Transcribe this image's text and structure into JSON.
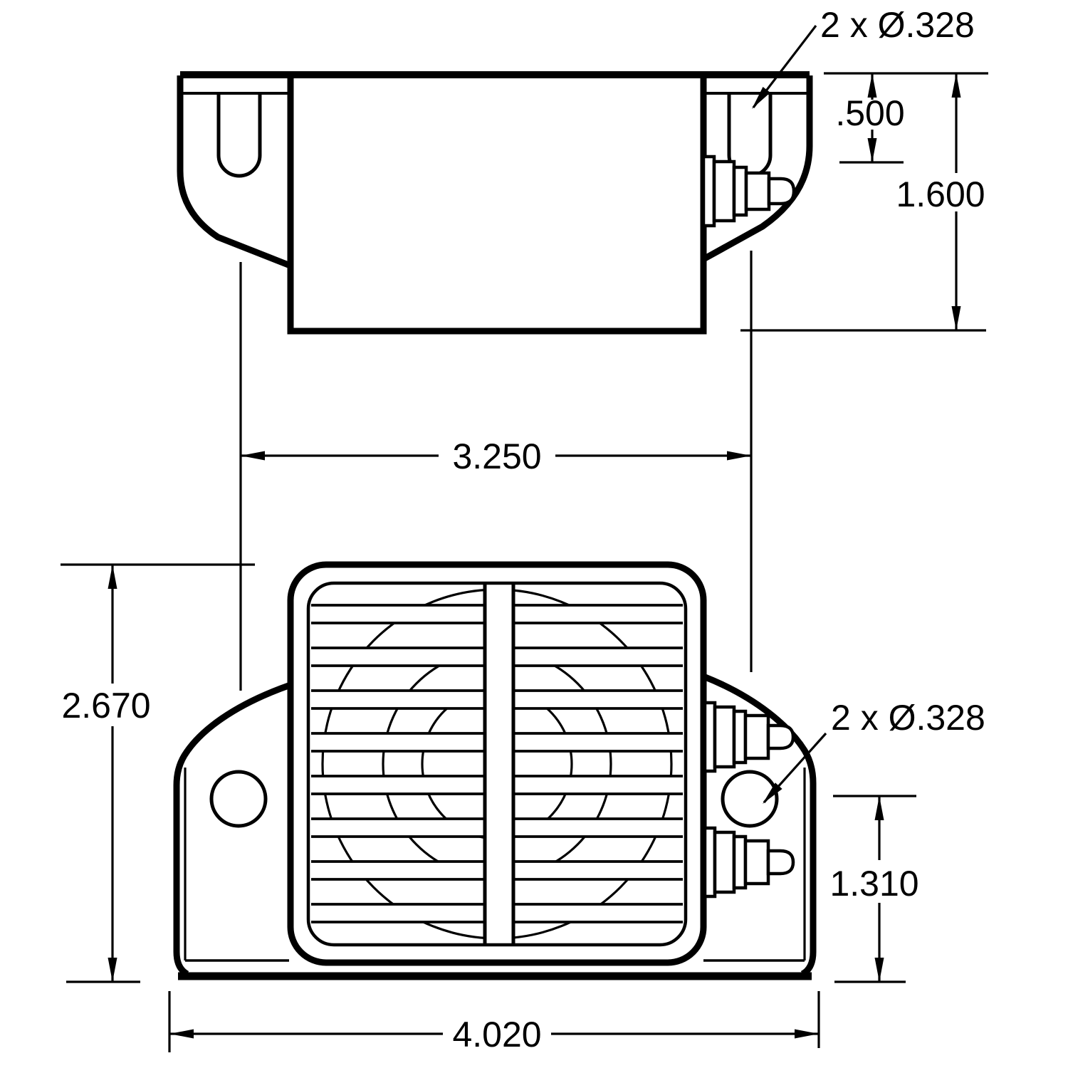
{
  "drawing": {
    "colors": {
      "ink": "#000000",
      "paper": "#ffffff"
    },
    "dimensions": {
      "top_hole_note": "2 x Ø.328",
      "flange_offset": ".500",
      "bracket_height": "1.600",
      "mount_hole_spacing": "3.250",
      "overall_height": "2.670",
      "front_hole_note": "2 x Ø.328",
      "hole_to_base": "1.310",
      "overall_width": "4.020"
    }
  }
}
